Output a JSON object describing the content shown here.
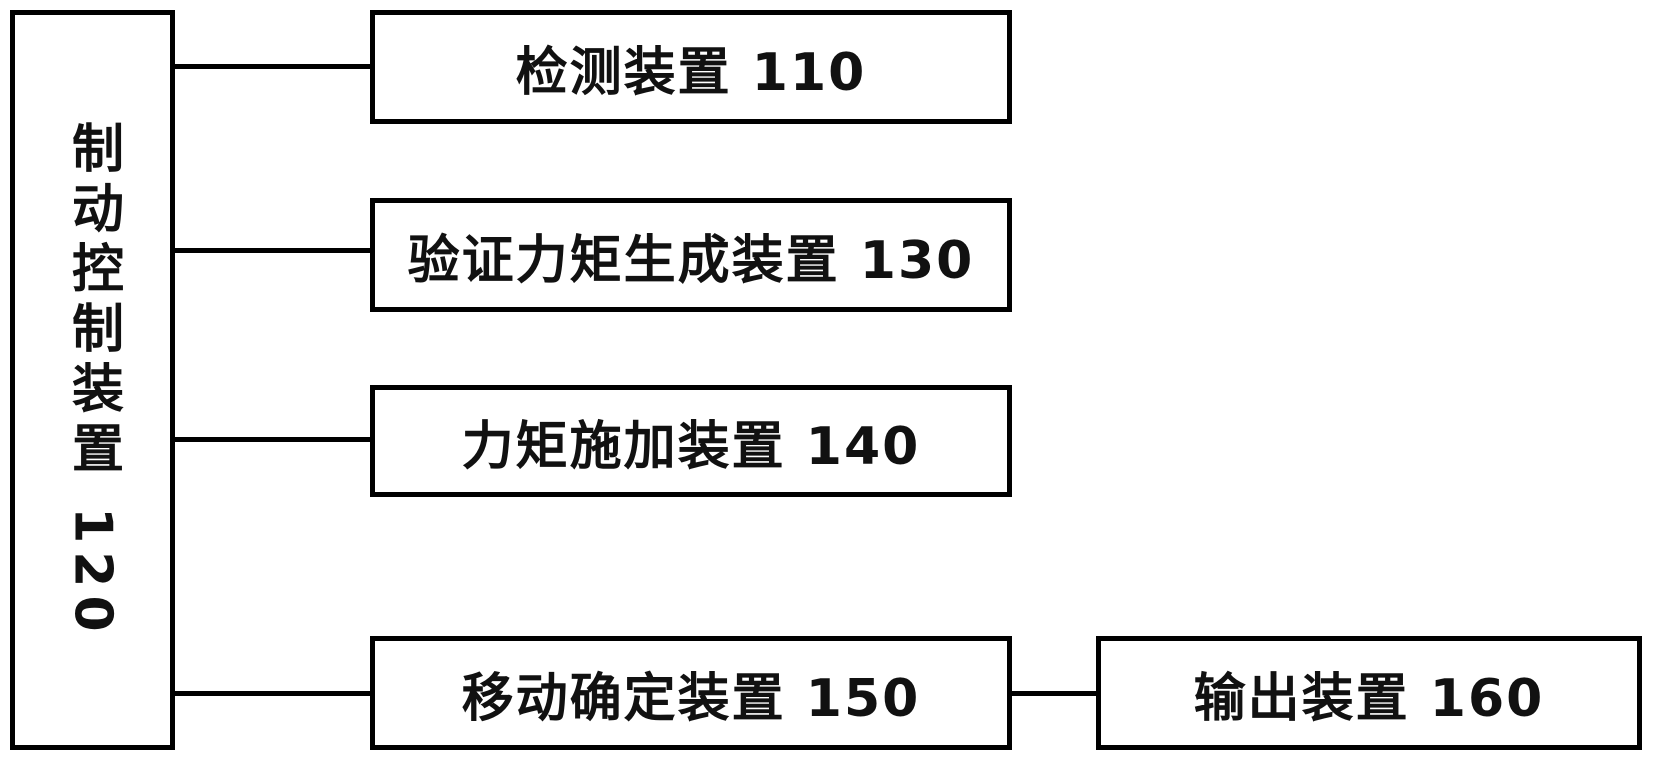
{
  "diagram": {
    "type": "block-diagram",
    "background_color": "#ffffff",
    "line_color": "#000000",
    "text_color": "#111111",
    "nodes": {
      "brake_control": {
        "label": "制动控制装置 120",
        "ref_number": "120",
        "orientation": "vertical"
      },
      "detection": {
        "label": "检测装置 110",
        "ref_number": "110",
        "orientation": "horizontal"
      },
      "verify_torque": {
        "label": "验证力矩生成装置 130",
        "ref_number": "130",
        "orientation": "horizontal"
      },
      "apply_torque": {
        "label": "力矩施加装置 140",
        "ref_number": "140",
        "orientation": "horizontal"
      },
      "movement": {
        "label": "移动确定装置 150",
        "ref_number": "150",
        "orientation": "horizontal"
      },
      "output": {
        "label": "输出装置 160",
        "ref_number": "160",
        "orientation": "horizontal"
      }
    },
    "edges": [
      {
        "from": "brake_control",
        "to": "detection"
      },
      {
        "from": "brake_control",
        "to": "verify_torque"
      },
      {
        "from": "brake_control",
        "to": "apply_torque"
      },
      {
        "from": "brake_control",
        "to": "movement"
      },
      {
        "from": "movement",
        "to": "output"
      }
    ]
  }
}
